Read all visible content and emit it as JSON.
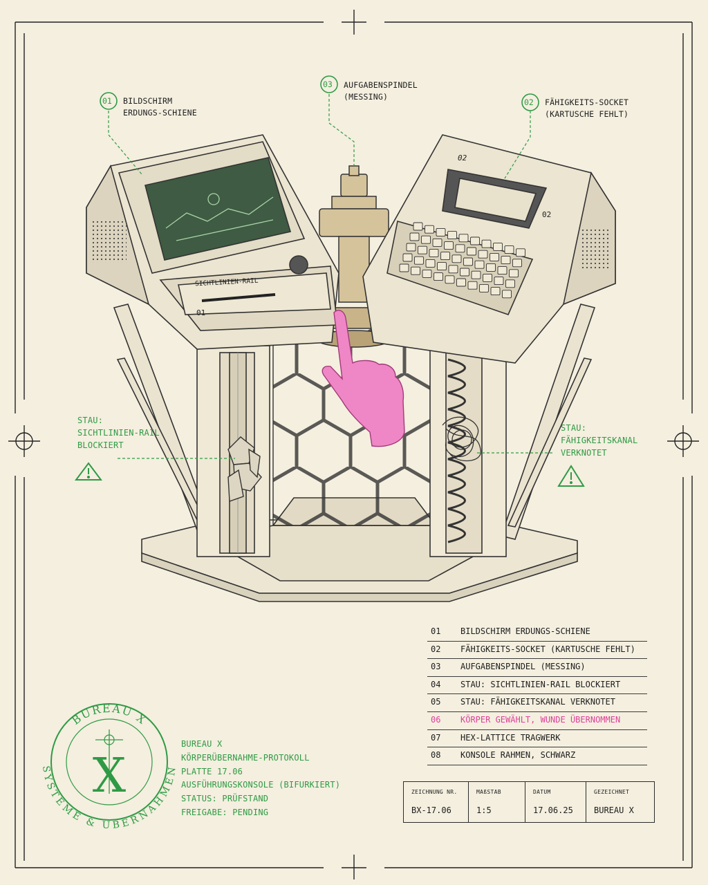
{
  "callouts": [
    {
      "num": "01",
      "lines": [
        "BILDSCHIRM",
        "ERDUNGS-SCHIENE"
      ]
    },
    {
      "num": "03",
      "lines": [
        "AUFGABENSPINDEL",
        "(MESSING)"
      ]
    },
    {
      "num": "02",
      "lines": [
        "FÄHIGKEITS-SOCKET",
        "(KARTUSCHE FEHLT)"
      ]
    }
  ],
  "alerts": [
    {
      "lines": [
        "STAU:",
        "SICHTLINIEN-RAIL",
        "BLOCKIERT"
      ]
    },
    {
      "lines": [
        "STAU:",
        "FÄHIGKEITSKANAL",
        "VERKNOTET"
      ]
    }
  ],
  "machine": {
    "left_panel_label": "SICHTLINIEN-RAIL",
    "left_panel_number": "01",
    "right_socket_number": "02"
  },
  "legend": [
    {
      "num": "01",
      "label": "BILDSCHIRM ERDUNGS-SCHIENE",
      "highlight": false
    },
    {
      "num": "02",
      "label": "FÄHIGKEITS-SOCKET (KARTUSCHE FEHLT)",
      "highlight": false
    },
    {
      "num": "03",
      "label": "AUFGABENSPINDEL (MESSING)",
      "highlight": false
    },
    {
      "num": "04",
      "label": "STAU: SICHTLINIEN-RAIL BLOCKIERT",
      "highlight": false
    },
    {
      "num": "05",
      "label": "STAU: FÄHIGKEITSKANAL VERKNOTET",
      "highlight": false
    },
    {
      "num": "06",
      "label": "KÖRPER GEWÄHLT, WUNDE ÜBERNOMMEN",
      "highlight": true
    },
    {
      "num": "07",
      "label": "HEX-LATTICE TRAGWERK",
      "highlight": false
    },
    {
      "num": "08",
      "label": "KONSOLE RAHMEN, SCHWARZ",
      "highlight": false
    }
  ],
  "seal": {
    "top_text": "BUREAU X",
    "bottom_text": "SYSTEME & ÜBERNAHMEN",
    "center_letter": "X"
  },
  "protocol": [
    "BUREAU X",
    "KÖRPERÜBERNAHME-PROTOKOLL",
    "PLATTE 17.06",
    "AUSFÜHRUNGSKONSOLE (BIFURKIERT)",
    "STATUS: PRÜFSTAND",
    "FREIGABE: PENDING"
  ],
  "title_block": [
    {
      "head": "ZEICHNUNG NR.",
      "value": "BX-17.06"
    },
    {
      "head": "MAßSTAB",
      "value": "1:5"
    },
    {
      "head": "DATUM",
      "value": "17.06.25"
    },
    {
      "head": "GEZEICHNET",
      "value": "BUREAU X"
    }
  ],
  "colors": {
    "paper": "#f4efdf",
    "ink": "#1d1d1d",
    "accent_green": "#2f9a45",
    "highlight_pink": "#e0409c",
    "brass": "#c9b48a",
    "screen": "#3f5b43"
  }
}
